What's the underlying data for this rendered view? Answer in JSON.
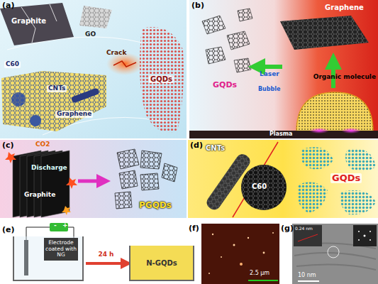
{
  "diagram": {
    "nodes": [
      {
        "text": [
          "Electrode coated with NG"
        ]
      },
      {
        "text": [
          "N-GQDs"
        ]
      }
    ],
    "edges": [
      {
        "from": 0,
        "to": 1,
        "arrow": "to",
        "label": "24 h"
      }
    ],
    "labels": [
      "(a)",
      "Graphite",
      "GO",
      "C60",
      "CNTs",
      "Graphene",
      "Crack",
      "GQDs",
      "(b)",
      "Graphene",
      "GQDs",
      "Laser",
      "Bubble",
      "Organic molecule",
      "Plasma",
      "(c)",
      "CO2",
      "Discharge",
      "Graphite",
      "PGQDs",
      "(d)",
      "CNTs",
      "C60",
      "GQDs",
      "(e)",
      "-",
      "+",
      "(f)",
      "2.5 μm",
      "(g)",
      "0.24 nm",
      "10 nm"
    ]
  }
}
